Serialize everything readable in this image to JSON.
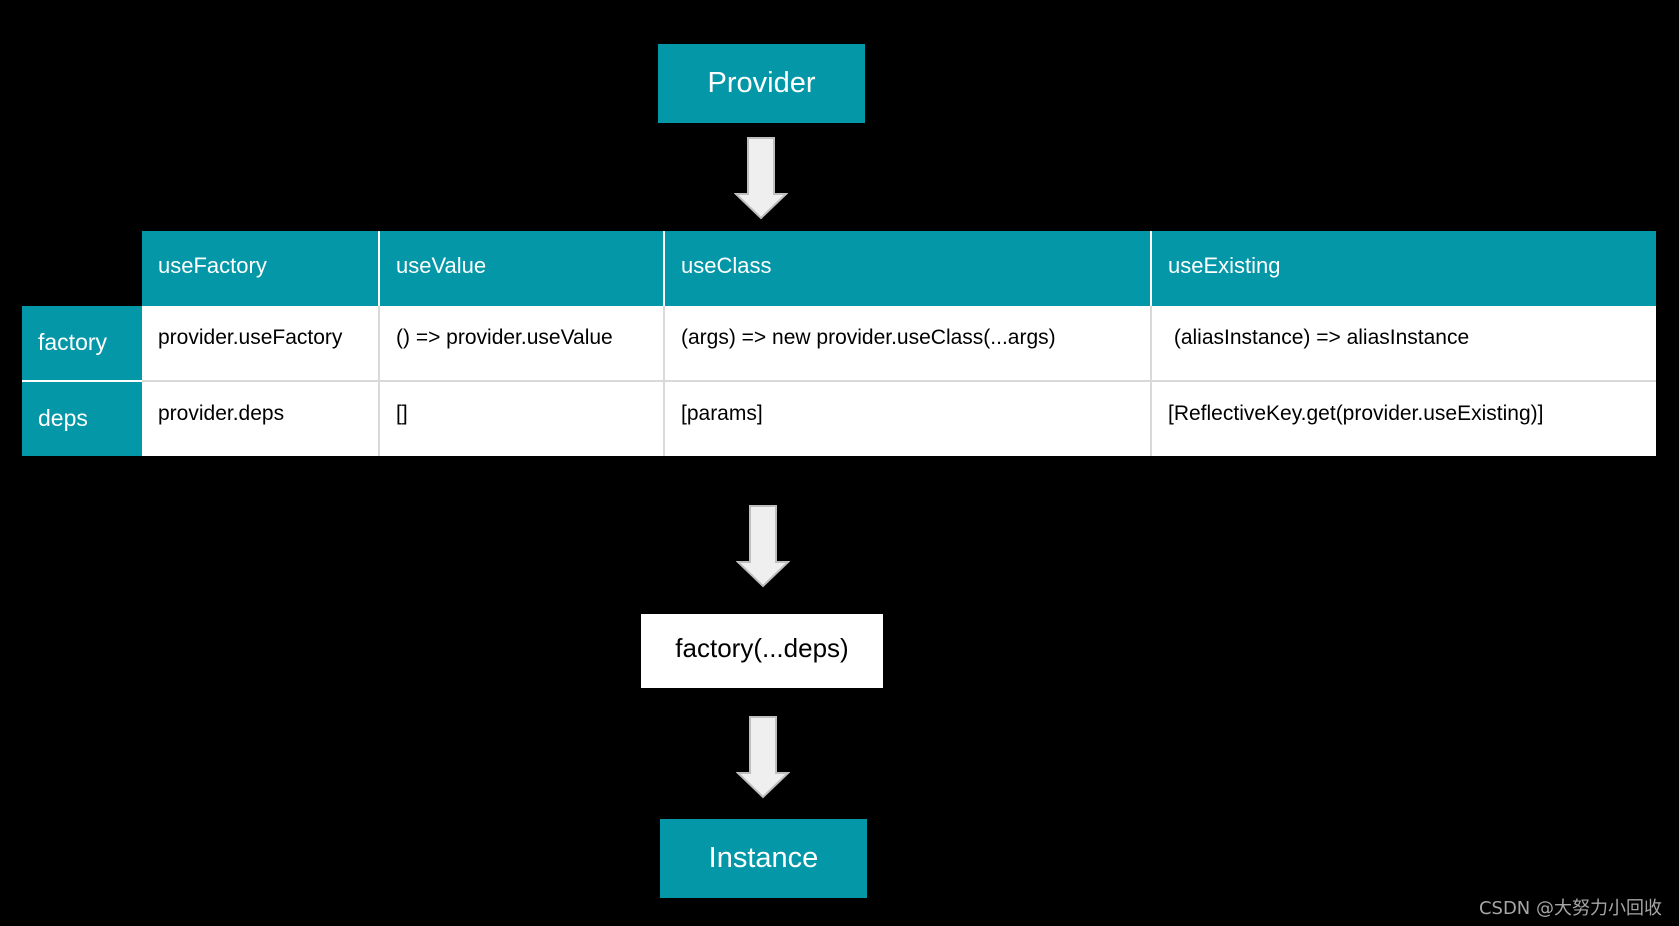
{
  "provider_label": "Provider",
  "table": {
    "columns": [
      "useFactory",
      "useValue",
      "useClass",
      "useExisting"
    ],
    "rows": [
      {
        "label": "factory",
        "cells": [
          "provider.useFactory",
          "() => provider.useValue",
          "(args) => new provider.useClass(...args)",
          " (aliasInstance) => aliasInstance"
        ]
      },
      {
        "label": "deps",
        "cells": [
          "provider.deps",
          "[]",
          "[params]",
          "[ReflectiveKey.get(provider.useExisting)]"
        ]
      }
    ]
  },
  "factory_call_label": "factory(...deps)",
  "instance_label": "Instance",
  "watermark": "CSDN @大努力小回收",
  "colors": {
    "teal": "#0397a8",
    "background": "#000000",
    "arrow_fill": "#efefef"
  }
}
